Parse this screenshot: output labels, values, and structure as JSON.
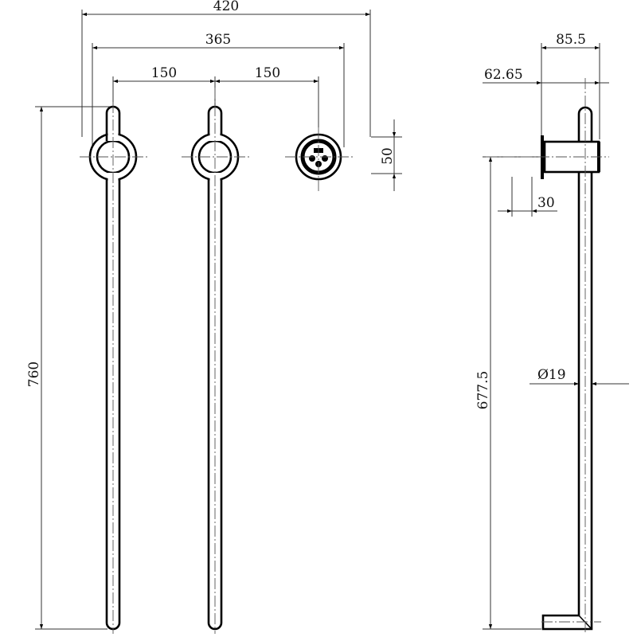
{
  "dimensions": {
    "overall_width": "420",
    "wall_plate_span": "365",
    "spacing_left": "150",
    "spacing_right": "150",
    "valve_diameter": "50",
    "overall_height": "760",
    "depth_total": "85.5",
    "depth_to_center": "62.65",
    "flange_projection": "30",
    "rail_length": "677.5",
    "rail_diameter": "Ø19"
  },
  "colors": {
    "line": "#000000",
    "background": "#ffffff"
  }
}
